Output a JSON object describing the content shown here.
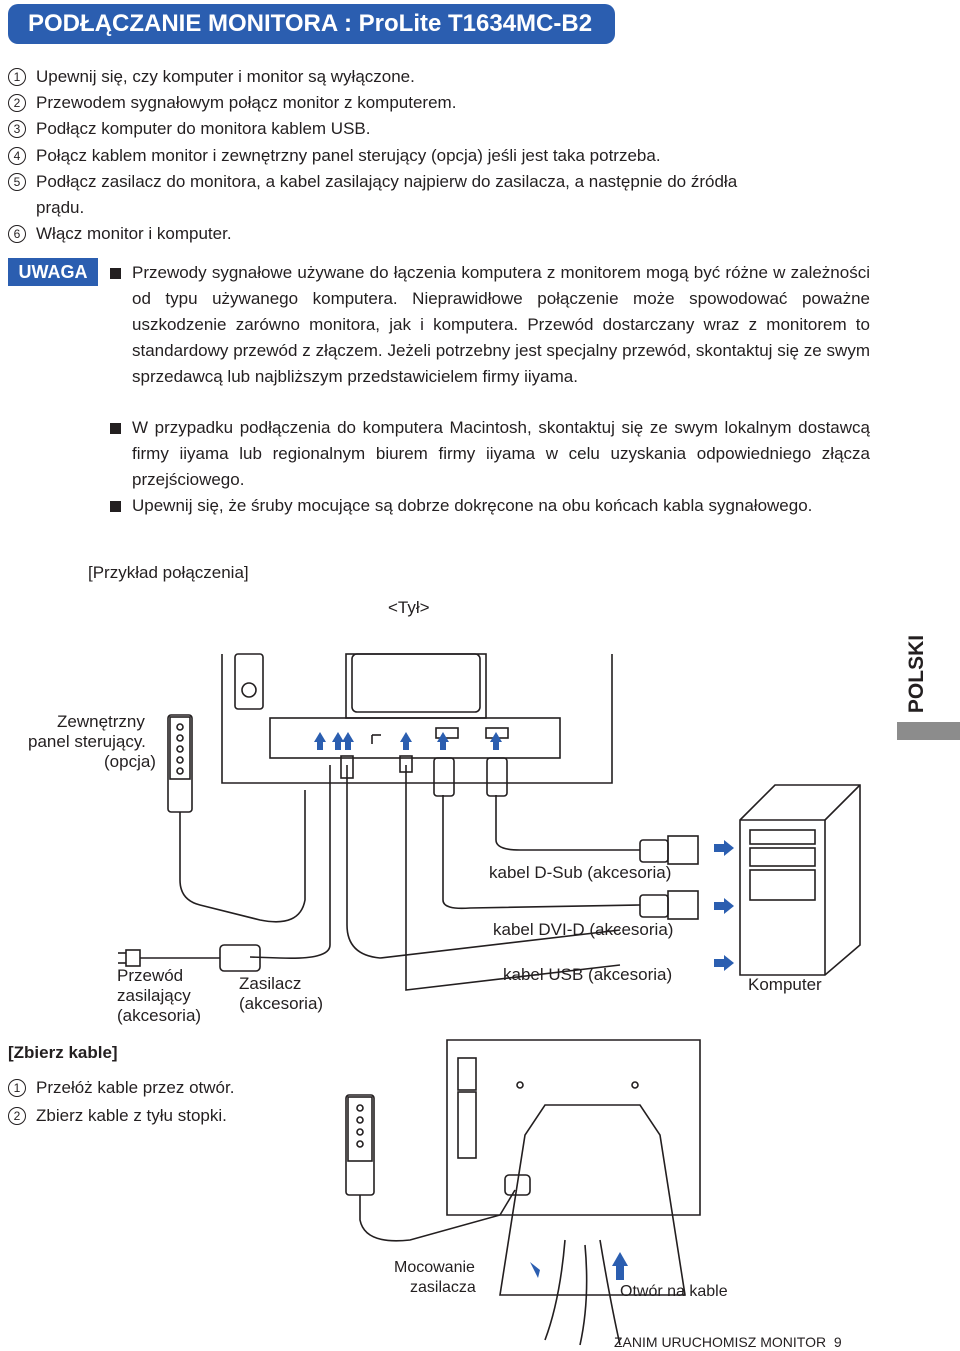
{
  "header": {
    "title": "PODŁĄCZANIE MONITORA : ProLite T1634MC-B2"
  },
  "steps": [
    {
      "num": "1",
      "text": "Upewnij się, czy komputer i monitor są wyłączone."
    },
    {
      "num": "2",
      "text": "Przewodem sygnałowym połącz monitor z komputerem."
    },
    {
      "num": "3",
      "text": "Podłącz komputer do monitora kablem USB."
    },
    {
      "num": "4",
      "text": "Połącz kablem monitor i zewnętrzny panel sterujący (opcja) jeśli jest taka potrzeba."
    },
    {
      "num": "5",
      "text": "Podłącz zasilacz do monitora, a kabel zasilający najpierw do zasilacza, a następnie do źródła",
      "cont": "prądu."
    },
    {
      "num": "6",
      "text": "Włącz monitor i komputer."
    }
  ],
  "notice": {
    "label": "UWAGA",
    "items": [
      "Przewody sygnałowe używane do łączenia komputera z monitorem mogą być różne w zależności od typu używanego komputera. Nieprawidłowe połączenie może spowodować poważne uszkodzenie zarówno monitora, jak i komputera. Przewód dostarczany wraz z monitorem to standardowy przewód z złączem. Jeżeli potrzebny jest specjalny przewód, skontaktuj się ze swym sprzedawcą lub najbliższym przedstawicielem firmy iiyama.",
      "W przypadku podłączenia do komputera Macintosh, skontaktuj się ze swym lokalnym dostawcą firmy iiyama lub regionalnym biurem firmy iiyama w celu uzyskania odpowiedniego złącza przejściowego.",
      "Upewnij się, że śruby mocujące są dobrze dokręcone na obu końcach kabla sygnałowego."
    ]
  },
  "diagram": {
    "example_label": "[Przykład połączenia]",
    "rear_label": "<Tył>",
    "control_panel_label": [
      "Zewnętrzny",
      "panel sterujący.",
      "(opcja)"
    ],
    "dsub_label": "kabel D-Sub (akcesoria)",
    "dvi_label": "kabel DVI-D (akcesoria)",
    "usb_label": "kabel USB (akcesoria)",
    "computer_label": "Komputer",
    "power_cord_label": [
      "Przewód",
      "zasilający",
      "(akcesoria)"
    ],
    "adapter_label": [
      "Zasilacz",
      "(akcesoria)"
    ]
  },
  "cable_mgmt": {
    "title": "[Zbierz kable]",
    "steps": [
      {
        "num": "1",
        "text": "Przełóż kable przez otwór."
      },
      {
        "num": "2",
        "text": "Zbierz kable z tyłu stopki."
      }
    ],
    "adapter_mount_label": [
      "Mocowanie",
      "zasilacza"
    ],
    "cable_hole_label": "Otwór na kable"
  },
  "side_tab": "POLSKI",
  "footer": {
    "section": "ZANIM URUCHOMISZ MONITOR",
    "page": "9"
  },
  "colors": {
    "accent": "#2b5eb0",
    "tab_gray": "#8c8c8c"
  }
}
